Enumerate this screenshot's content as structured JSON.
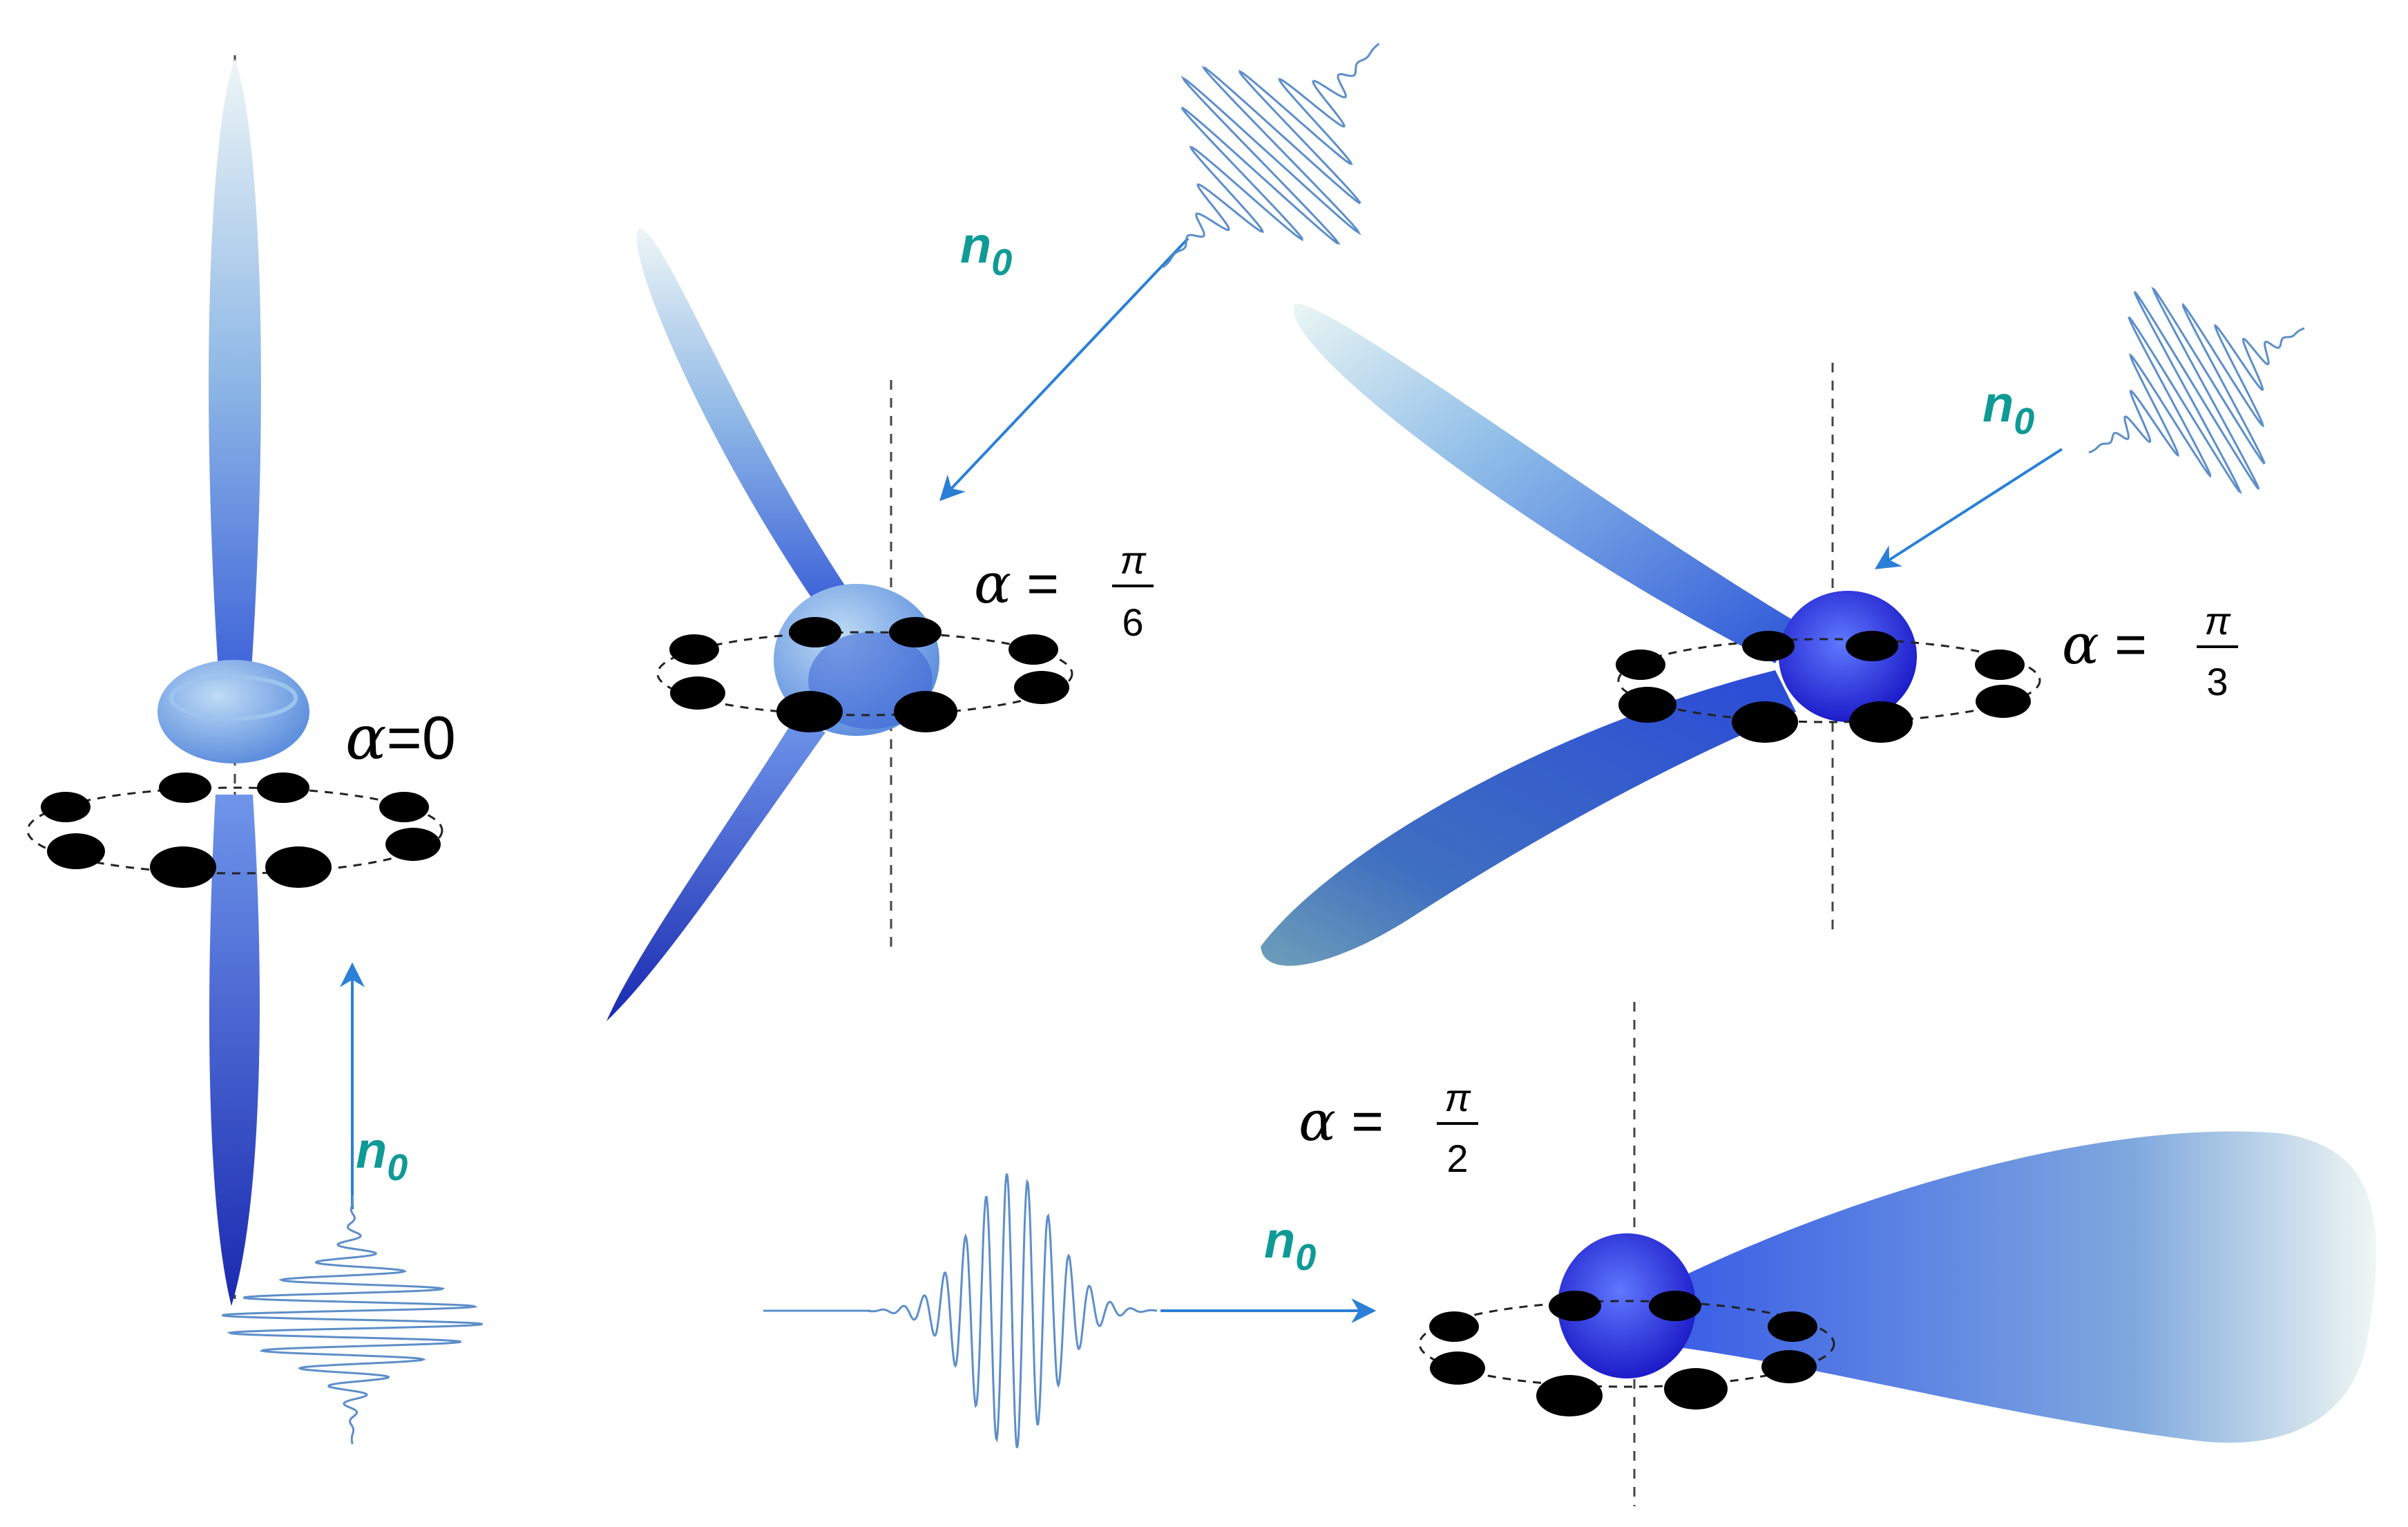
{
  "colors": {
    "lobe_light": "#f2f8f8",
    "lobe_mid": "#6fa3e8",
    "lobe_dark": "#1f2fb8",
    "arrow": "#2a7fd6",
    "label_teal": "#0f9a96",
    "pulse": "#5d8ec9",
    "atom": "#000000"
  },
  "panels": [
    {
      "id": "alpha-0",
      "alpha_symbol": "α",
      "eq": "=",
      "value": "0",
      "numerator": "",
      "denominator": "",
      "wave_label": "n",
      "wave_subscript": "0"
    },
    {
      "id": "alpha-pi-6",
      "alpha_symbol": "α",
      "eq": "=",
      "value": "",
      "numerator": "π",
      "denominator": "6",
      "wave_label": "n",
      "wave_subscript": "0"
    },
    {
      "id": "alpha-pi-3",
      "alpha_symbol": "α",
      "eq": "=",
      "value": "",
      "numerator": "π",
      "denominator": "3",
      "wave_label": "n",
      "wave_subscript": "0"
    },
    {
      "id": "alpha-pi-2",
      "alpha_symbol": "α",
      "eq": "=",
      "value": "",
      "numerator": "π",
      "denominator": "2",
      "wave_label": "n",
      "wave_subscript": "0"
    }
  ]
}
